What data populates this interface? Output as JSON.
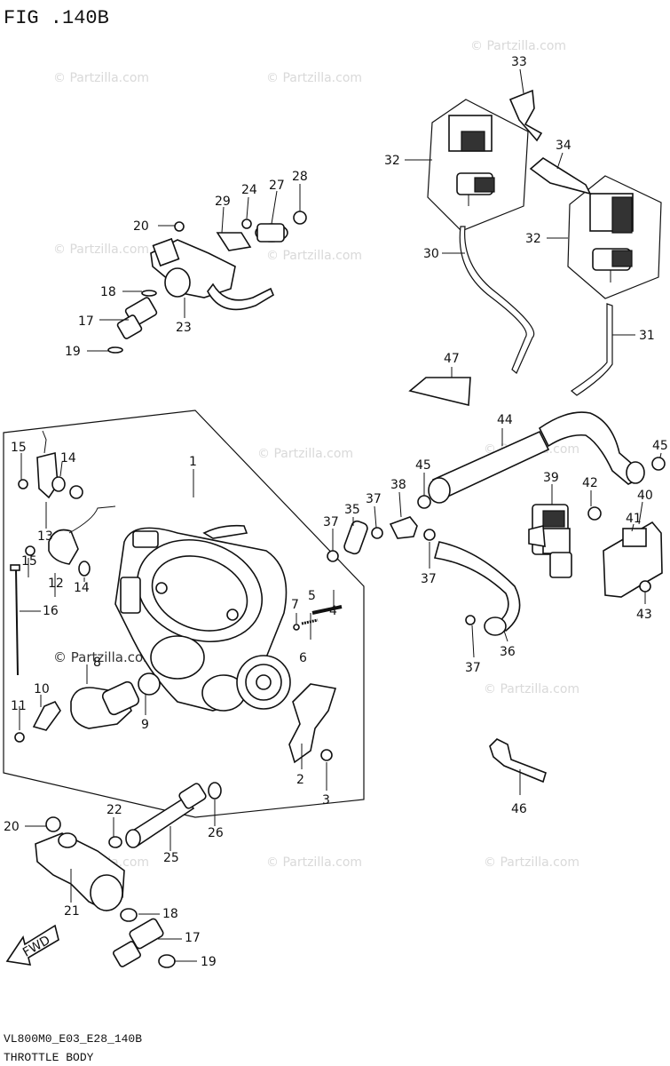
{
  "figure": {
    "title": "FIG .140B",
    "code": "VL800M0_E03_E28_140B",
    "name": "THROTTLE BODY"
  },
  "watermark": "© Partzilla.com",
  "fwd_label": "FWD",
  "callouts": [
    "1",
    "2",
    "3",
    "4",
    "5",
    "6",
    "7",
    "8",
    "9",
    "10",
    "11",
    "12",
    "13",
    "14",
    "15",
    "16",
    "17",
    "18",
    "19",
    "20",
    "21",
    "22",
    "23",
    "24",
    "25",
    "26",
    "27",
    "28",
    "29",
    "30",
    "31",
    "32",
    "33",
    "34",
    "35",
    "36",
    "37",
    "38",
    "39",
    "40",
    "41",
    "42",
    "43",
    "44",
    "45",
    "46",
    "47"
  ]
}
